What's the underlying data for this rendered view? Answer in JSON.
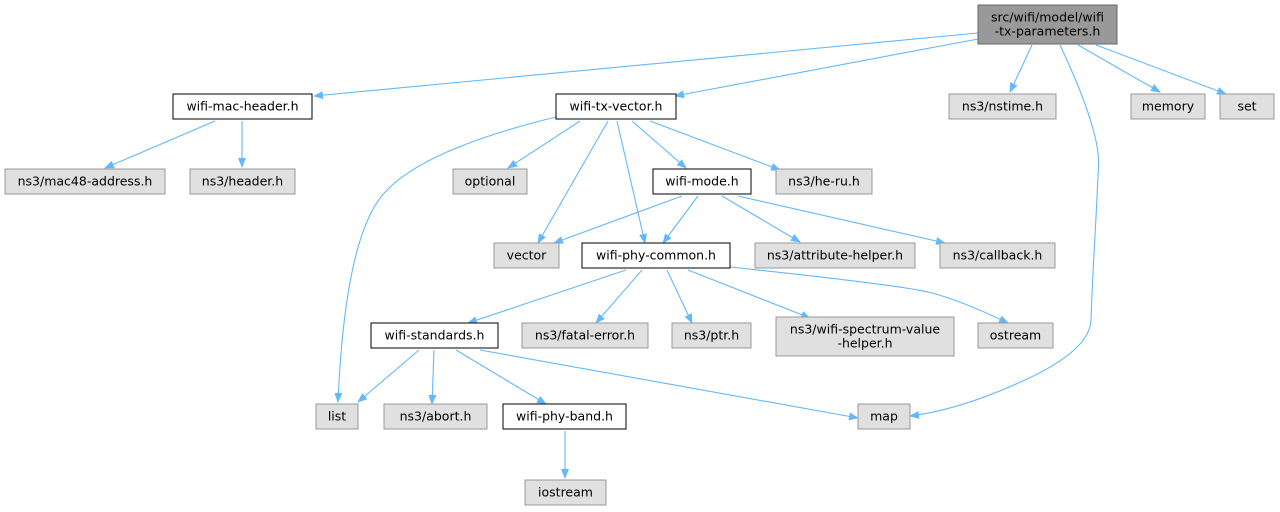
{
  "colors": {
    "edge": "#63b8ff",
    "root_fill": "#999999",
    "root_border": "#666666",
    "local_fill": "#ffffff",
    "local_border": "#000000",
    "external_fill": "#e0e0e0",
    "external_border": "#999999"
  },
  "nodes": [
    {
      "id": "root",
      "lines": [
        "src/wifi/model/wifi",
        "-tx-parameters.h"
      ],
      "kind": "root"
    },
    {
      "id": "wifi-mac-header",
      "lines": [
        "wifi-mac-header.h"
      ],
      "kind": "local"
    },
    {
      "id": "wifi-tx-vector",
      "lines": [
        "wifi-tx-vector.h"
      ],
      "kind": "local"
    },
    {
      "id": "nstime",
      "lines": [
        "ns3/nstime.h"
      ],
      "kind": "external"
    },
    {
      "id": "memory",
      "lines": [
        "memory"
      ],
      "kind": "external"
    },
    {
      "id": "set",
      "lines": [
        "set"
      ],
      "kind": "external"
    },
    {
      "id": "mac48",
      "lines": [
        "ns3/mac48-address.h"
      ],
      "kind": "external"
    },
    {
      "id": "header",
      "lines": [
        "ns3/header.h"
      ],
      "kind": "external"
    },
    {
      "id": "optional",
      "lines": [
        "optional"
      ],
      "kind": "external"
    },
    {
      "id": "wifi-mode",
      "lines": [
        "wifi-mode.h"
      ],
      "kind": "local"
    },
    {
      "id": "he-ru",
      "lines": [
        "ns3/he-ru.h"
      ],
      "kind": "external"
    },
    {
      "id": "vector",
      "lines": [
        "vector"
      ],
      "kind": "external"
    },
    {
      "id": "wifi-phy-common",
      "lines": [
        "wifi-phy-common.h"
      ],
      "kind": "local"
    },
    {
      "id": "attribute-helper",
      "lines": [
        "ns3/attribute-helper.h"
      ],
      "kind": "external"
    },
    {
      "id": "callback",
      "lines": [
        "ns3/callback.h"
      ],
      "kind": "external"
    },
    {
      "id": "wifi-standards",
      "lines": [
        "wifi-standards.h"
      ],
      "kind": "local"
    },
    {
      "id": "fatal-error",
      "lines": [
        "ns3/fatal-error.h"
      ],
      "kind": "external"
    },
    {
      "id": "ptr",
      "lines": [
        "ns3/ptr.h"
      ],
      "kind": "external"
    },
    {
      "id": "spectrum",
      "lines": [
        "ns3/wifi-spectrum-value",
        "-helper.h"
      ],
      "kind": "external"
    },
    {
      "id": "ostream",
      "lines": [
        "ostream"
      ],
      "kind": "external"
    },
    {
      "id": "list",
      "lines": [
        "list"
      ],
      "kind": "external"
    },
    {
      "id": "abort",
      "lines": [
        "ns3/abort.h"
      ],
      "kind": "external"
    },
    {
      "id": "wifi-phy-band",
      "lines": [
        "wifi-phy-band.h"
      ],
      "kind": "local"
    },
    {
      "id": "map",
      "lines": [
        "map"
      ],
      "kind": "external"
    },
    {
      "id": "iostream",
      "lines": [
        "iostream"
      ],
      "kind": "external"
    }
  ],
  "edges": [
    {
      "from": "root",
      "to": "wifi-mac-header"
    },
    {
      "from": "root",
      "to": "wifi-tx-vector"
    },
    {
      "from": "root",
      "to": "nstime"
    },
    {
      "from": "root",
      "to": "memory"
    },
    {
      "from": "root",
      "to": "set"
    },
    {
      "from": "root",
      "to": "map"
    },
    {
      "from": "wifi-mac-header",
      "to": "mac48"
    },
    {
      "from": "wifi-mac-header",
      "to": "header"
    },
    {
      "from": "wifi-tx-vector",
      "to": "list"
    },
    {
      "from": "wifi-tx-vector",
      "to": "optional"
    },
    {
      "from": "wifi-tx-vector",
      "to": "vector"
    },
    {
      "from": "wifi-tx-vector",
      "to": "wifi-phy-common"
    },
    {
      "from": "wifi-tx-vector",
      "to": "wifi-mode"
    },
    {
      "from": "wifi-tx-vector",
      "to": "he-ru"
    },
    {
      "from": "wifi-mode",
      "to": "vector"
    },
    {
      "from": "wifi-mode",
      "to": "wifi-phy-common"
    },
    {
      "from": "wifi-mode",
      "to": "attribute-helper"
    },
    {
      "from": "wifi-mode",
      "to": "callback"
    },
    {
      "from": "wifi-phy-common",
      "to": "wifi-standards"
    },
    {
      "from": "wifi-phy-common",
      "to": "fatal-error"
    },
    {
      "from": "wifi-phy-common",
      "to": "ptr"
    },
    {
      "from": "wifi-phy-common",
      "to": "spectrum"
    },
    {
      "from": "wifi-phy-common",
      "to": "ostream"
    },
    {
      "from": "wifi-standards",
      "to": "list"
    },
    {
      "from": "wifi-standards",
      "to": "abort"
    },
    {
      "from": "wifi-standards",
      "to": "wifi-phy-band"
    },
    {
      "from": "wifi-standards",
      "to": "map"
    },
    {
      "from": "wifi-phy-band",
      "to": "iostream"
    }
  ]
}
